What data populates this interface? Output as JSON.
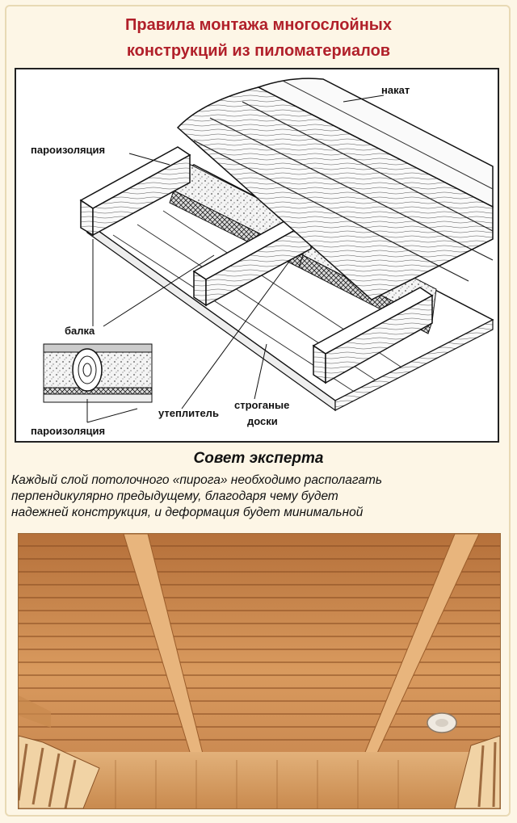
{
  "title": {
    "line1": "Правила монтажа многослойных",
    "line2": "конструкций из пиломатериалов"
  },
  "diagram": {
    "labels": {
      "nakat": "накат",
      "paroizolyaciya_top": "пароизоляция",
      "balka": "балка",
      "uteplitel": "утеплитель",
      "stroganye_1": "строганые",
      "stroganye_2": "доски",
      "paroizolyaciya_bottom": "пароизоляция"
    }
  },
  "expert": {
    "heading": "Совет эксперта",
    "line1": "Каждый слой потолочного «пирога» необходимо располагать",
    "line2": "перпендикулярно предыдущему,  благодаря чему будет",
    "line3": "надежней конструкция, и   деформация будет минимальной"
  },
  "colors": {
    "title": "#b1202a",
    "background": "#fdf6e6",
    "wood": "#c98a4e"
  }
}
